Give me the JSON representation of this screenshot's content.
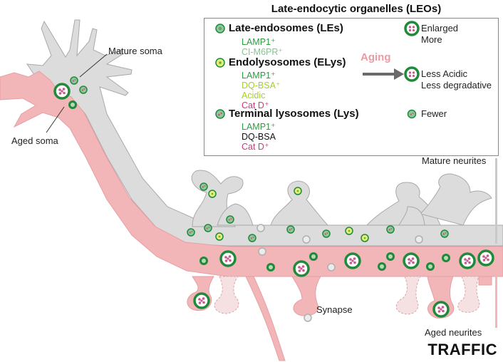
{
  "title": "Late-endocytic organelles (LEOs)",
  "legend": {
    "categories": [
      {
        "name": "Late-endosomes (LEs)",
        "markers": [
          {
            "text": "LAMP1⁺",
            "color": "green"
          },
          {
            "text": "CI-M6PR⁺",
            "color": "lgreen"
          }
        ]
      },
      {
        "name": "Endolysosomes (ELys)",
        "markers": [
          {
            "text": "LAMP1⁺",
            "color": "green"
          },
          {
            "text": "DQ-BSA⁺",
            "color": "lime"
          },
          {
            "text": "Acidic",
            "color": "lime"
          },
          {
            "text": "Cat D⁺",
            "color": "pink"
          }
        ]
      },
      {
        "name": "Terminal lysosomes (Lys)",
        "markers": [
          {
            "text": "LAMP1⁺",
            "color": "green"
          },
          {
            "text": "DQ-BSA",
            "color": "black"
          },
          {
            "text": "Cat D⁺",
            "color": "pink"
          }
        ]
      }
    ],
    "aging_label": "Aging",
    "effects": [
      {
        "line1": "Enlarged",
        "line2": "More"
      },
      {
        "line1": "Less Acidic",
        "line2": "Less degradative"
      },
      {
        "line1": "Fewer",
        "line2": ""
      }
    ]
  },
  "labels": {
    "mature_soma": "Mature soma",
    "aged_soma": "Aged soma",
    "mature_neurites": "Mature neurites",
    "aged_neurites": "Aged neurites",
    "synapse": "Synapse",
    "traffic": "TRAFFIC"
  },
  "colors": {
    "mature": "#d9d9d9",
    "aged": "#f2b6b8",
    "organelle_green": "#1f8a3a",
    "organelle_fill": "#b7d9b9",
    "cargo_pink": "#c75a8a",
    "aging_arrow": "#6a6a6a"
  }
}
